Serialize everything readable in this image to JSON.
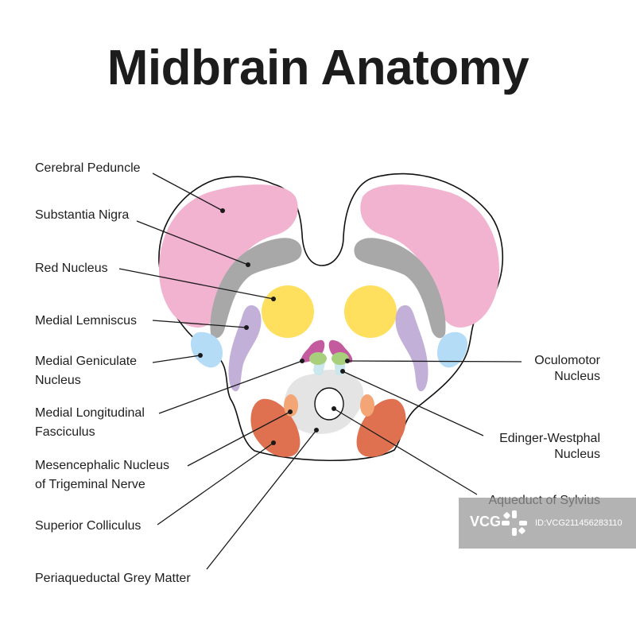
{
  "title": "Midbrain Anatomy",
  "labels": {
    "cerebral_peduncle": "Cerebral Peduncle",
    "substantia_nigra": "Substantia Nigra",
    "red_nucleus": "Red Nucleus",
    "medial_lemniscus": "Medial Lemniscus",
    "medial_geniculate_1": "Medial Geniculate",
    "medial_geniculate_2": "Nucleus",
    "mlf_1": "Medial Longitudinal",
    "mlf_2": "Fasciculus",
    "mesencephalic_1": "Mesencephalic Nucleus",
    "mesencephalic_2": "of Trigeminal Nerve",
    "superior_colliculus": "Superior Colliculus",
    "periaqueductal": "Periaqueductal Grey Matter",
    "oculomotor_1": "Oculomotor",
    "oculomotor_2": "Nucleus",
    "edinger_1": "Edinger-Westphal",
    "edinger_2": "Nucleus",
    "aqueduct": "Aqueduct of Sylvius"
  },
  "colors": {
    "cerebral_peduncle": "#f2b3d1",
    "substantia_nigra": "#a8a8a8",
    "red_nucleus": "#ffdf5e",
    "medial_lemniscus": "#c3b0d8",
    "medial_geniculate": "#b4dcf6",
    "oculomotor": "#a8cf7c",
    "edinger_westphal": "#c9e7ec",
    "mlf": "#c45b9e",
    "periaqueductal": "#e4e4e4",
    "superior_colliculus": "#df7150",
    "mesencephalic": "#f3a575",
    "outline": "#111111"
  },
  "watermark": {
    "logo": "VCG",
    "id": "ID:VCG211456283110"
  }
}
